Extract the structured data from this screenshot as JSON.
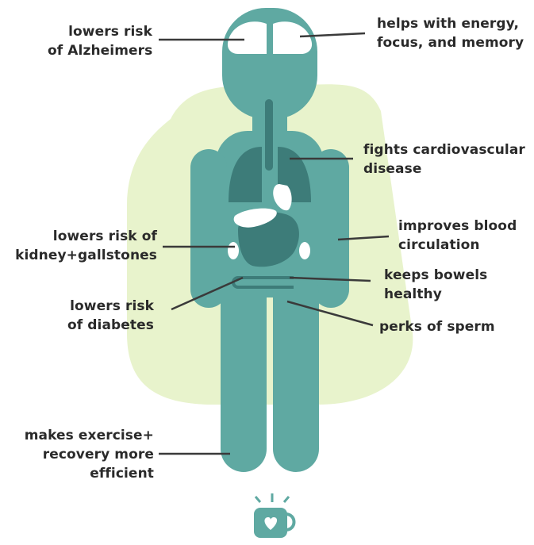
{
  "labels": {
    "alzheimers": [
      "lowers risk",
      "of Alzheimers"
    ],
    "energy": [
      "helps with energy,",
      "focus, and memory"
    ],
    "cardio": [
      "fights cardiovascular",
      "disease"
    ],
    "circulation": [
      "improves blood",
      "circulation"
    ],
    "kidney": [
      "lowers risk of",
      "kidney+gallstones"
    ],
    "bowels": [
      "keeps bowels",
      "healthy"
    ],
    "diabetes": [
      "lowers risk",
      "of diabetes"
    ],
    "sperm": [
      "perks of sperm"
    ],
    "exercise": [
      "makes exercise+",
      "recovery more",
      "efficient"
    ]
  },
  "colors": {
    "body": "#5fa9a2",
    "organs": "#3d7c79",
    "halo": "#e8f3cc",
    "brain": "#ffffff",
    "line": "#3a3a3a",
    "text": "#2a2a2a"
  },
  "icons": {
    "mug": "coffee-mug-heart-icon"
  }
}
